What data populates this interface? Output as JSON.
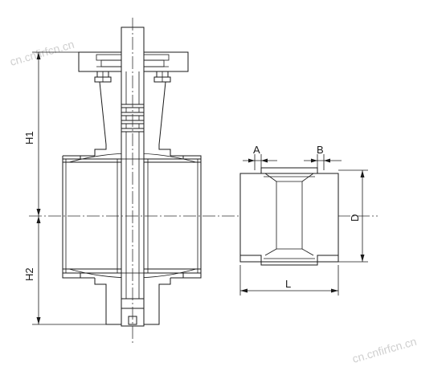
{
  "watermark": "cn.cnfirfcn.cn",
  "dimensions": {
    "h1": "H1",
    "h2": "H2",
    "a": "A",
    "b": "B",
    "d": "D",
    "l": "L"
  }
}
